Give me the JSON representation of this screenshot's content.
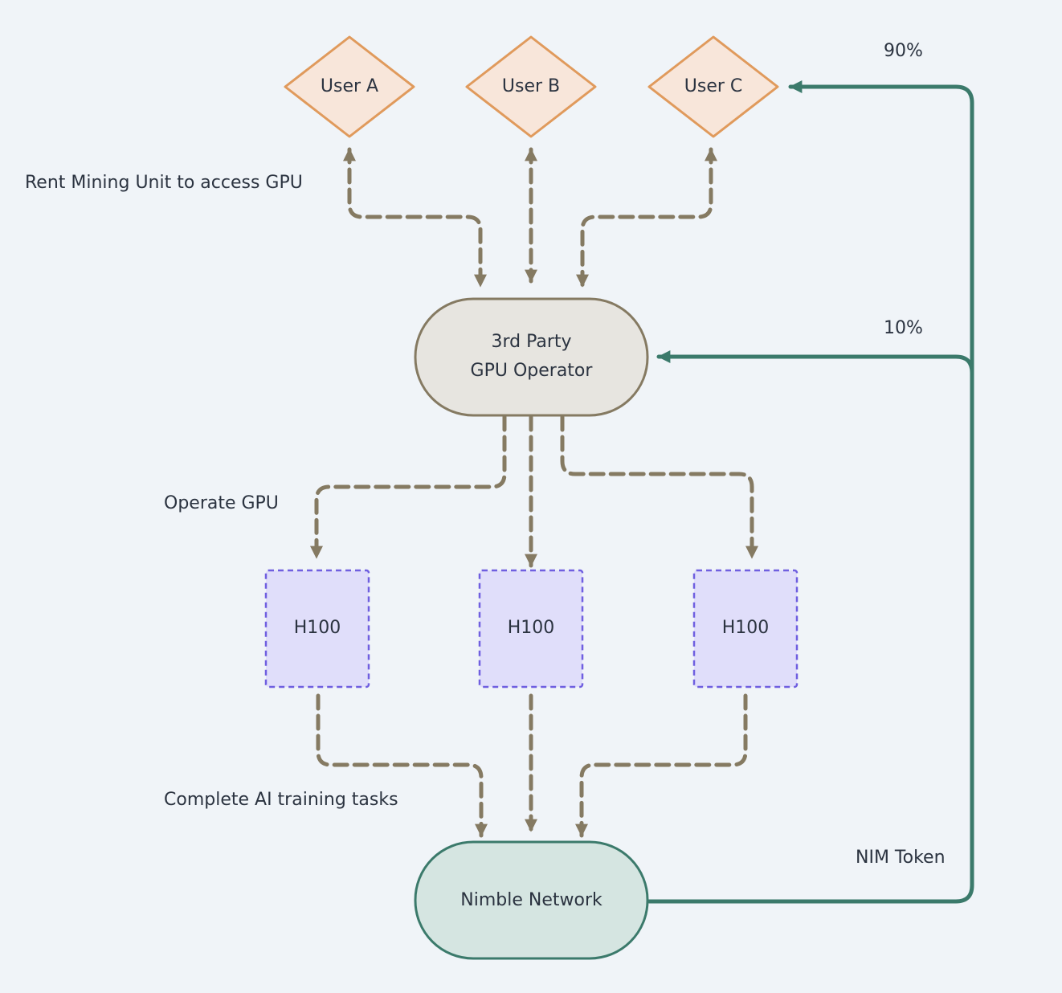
{
  "nodes": {
    "user_a": "User A",
    "user_b": "User B",
    "user_c": "User C",
    "operator": [
      "3rd Party",
      "GPU Operator"
    ],
    "gpu_1": "H100",
    "gpu_2": "H100",
    "gpu_3": "H100",
    "network": "Nimble Network"
  },
  "edge_labels": {
    "rent": "Rent Mining Unit to access GPU",
    "operate": "Operate GPU",
    "complete": "Complete AI training tasks",
    "token": "NIM Token",
    "share_users": "90%",
    "share_operator": "10%"
  },
  "colors": {
    "background": "#f0f4f8",
    "user_fill": "#f8e6da",
    "user_stroke": "#e09a5c",
    "operator_fill": "#e7e5e0",
    "operator_stroke": "#857a62",
    "gpu_fill": "#e0defa",
    "gpu_stroke": "#6f5fe0",
    "network_fill": "#d5e5e1",
    "network_stroke": "#3b7a6b",
    "dashed_link": "#857a62",
    "token_link": "#3b7a6b"
  }
}
